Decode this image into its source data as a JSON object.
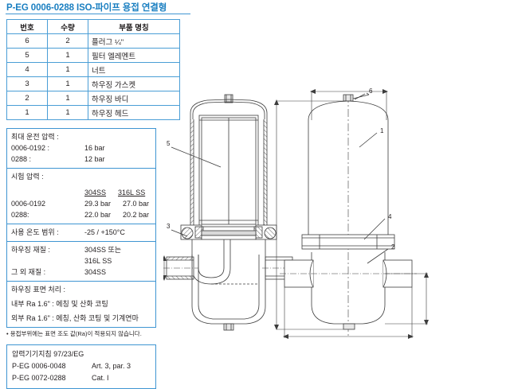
{
  "title": "P-EG 0006-0288 ISO-파이프 용접 연결형",
  "parts_table": {
    "headers": [
      "번호",
      "수량",
      "부품 명칭"
    ],
    "rows": [
      {
        "no": "6",
        "qty": "2",
        "name": "플러그 ¼\""
      },
      {
        "no": "5",
        "qty": "1",
        "name": "필터 엘레멘트"
      },
      {
        "no": "4",
        "qty": "1",
        "name": "너트"
      },
      {
        "no": "3",
        "qty": "1",
        "name": "하우징 가스켓"
      },
      {
        "no": "2",
        "qty": "1",
        "name": "하우징 바디"
      },
      {
        "no": "1",
        "qty": "1",
        "name": "하우징 헤드"
      }
    ]
  },
  "spec": {
    "max_pressure": {
      "heading": "최대 운전 압력 :",
      "rows": [
        {
          "label": "0006-0192 :",
          "value": "16 bar"
        },
        {
          "label": "0288 :",
          "value": "12 bar"
        }
      ]
    },
    "test_pressure": {
      "heading": "시험 압력 :",
      "col1": "304SS",
      "col2": "316L SS",
      "rows": [
        {
          "label": "0006-0192",
          "v1": "29.3 bar",
          "v2": "27.0 bar"
        },
        {
          "label": "0288:",
          "v1": "22.0 bar",
          "v2": "20.2 bar"
        }
      ]
    },
    "temperature": {
      "label": "사용 온도 범위 :",
      "value": "-25 / +150°C"
    },
    "material": {
      "housing_label": "하우징 재질 :",
      "housing_value1": "304SS 또는",
      "housing_value2": "316L SS",
      "other_label": "그 외 재질 :",
      "other_value": "304SS"
    },
    "surface": {
      "heading": "하우징 표면 처리 :",
      "inner": "내부 Ra 1.6\" : 에칭 및 산화 코팅",
      "outer": "외부 Ra 1.6\" : 에칭, 산화 코팅 및 기계연마"
    },
    "footnote": "• 용접부위에는 표면 조도 값(Ra)이 적용되지 않습니다."
  },
  "regulation": {
    "heading": "압력기기지침 97/23/EG",
    "rows": [
      {
        "model": "P-EG 0006-0048",
        "class": "Art. 3, par. 3"
      },
      {
        "model": "P-EG 0072-0288",
        "class": "Cat. I"
      }
    ]
  },
  "drawing": {
    "callouts": [
      {
        "id": "5",
        "view": "section"
      },
      {
        "id": "3",
        "view": "section"
      },
      {
        "id": "6",
        "view": "elevation"
      },
      {
        "id": "1",
        "view": "elevation"
      },
      {
        "id": "4",
        "view": "elevation"
      },
      {
        "id": "2",
        "view": "elevation"
      }
    ]
  },
  "colors": {
    "accent": "#1a7fc1",
    "table_border": "#4a9ed6",
    "text": "#231f20",
    "line": "#3c3c3c"
  }
}
